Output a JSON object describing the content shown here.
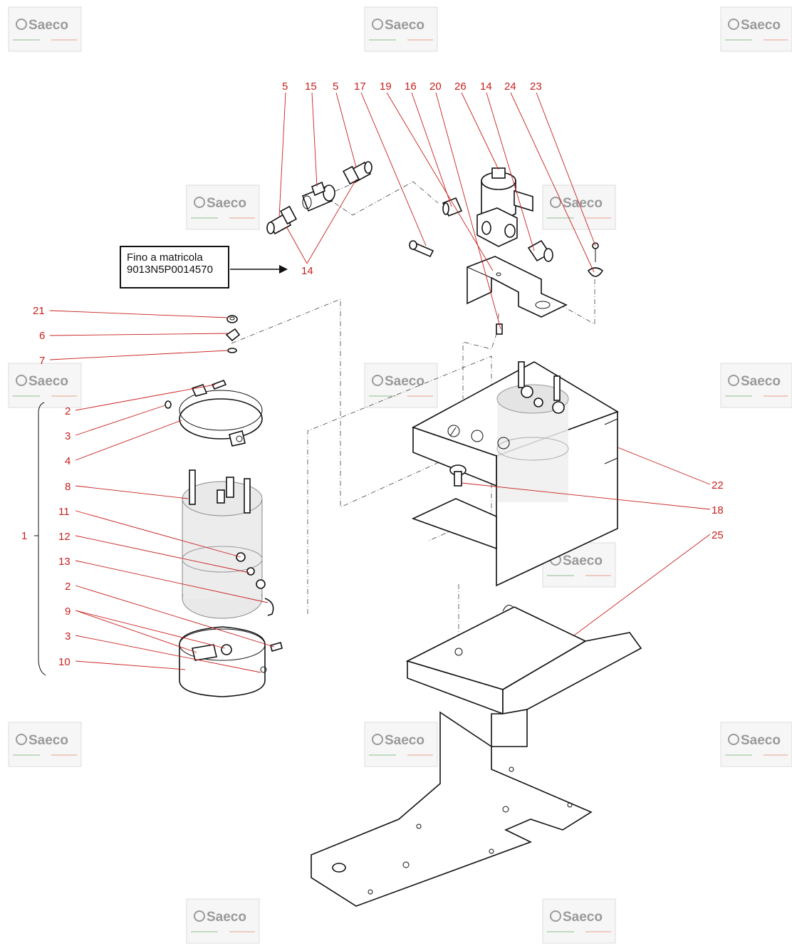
{
  "watermark": {
    "text": "Saeco",
    "icon": "saeco-logo-icon"
  },
  "note": {
    "line1": "Fino a matricola",
    "line2": "9013N5P0014570"
  },
  "colors": {
    "callout": "#c8201e",
    "line": "#111111",
    "watermark": "#9a9a9a"
  },
  "callouts": {
    "c5a": "5",
    "c15": "15",
    "c5b": "5",
    "c17": "17",
    "c19": "19",
    "c16": "16",
    "c20": "20",
    "c26": "26",
    "c14top": "14",
    "c24": "24",
    "c23": "23",
    "c14note": "14",
    "c21": "21",
    "c6": "6",
    "c7": "7",
    "c2a": "2",
    "c3a": "3",
    "c4": "4",
    "c8": "8",
    "c11": "11",
    "c12": "12",
    "c13": "13",
    "c2b": "2",
    "c9": "9",
    "c3b": "3",
    "c10": "10",
    "c1": "1",
    "c22": "22",
    "c18": "18",
    "c25": "25"
  }
}
